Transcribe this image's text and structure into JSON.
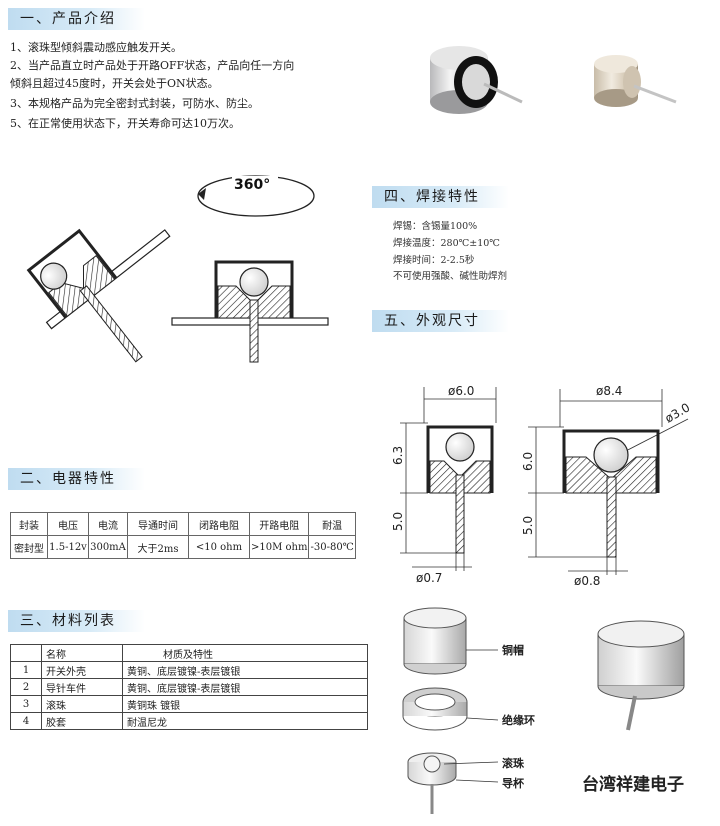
{
  "sections": {
    "intro": "一、产品介绍",
    "electrical": "二、电器特性",
    "materials": "三、材料列表",
    "welding": "四、焊接特性",
    "dimensions": "五、外观尺寸"
  },
  "intro_lines": [
    "1、滚珠型倾斜震动感应触发开关。",
    "2、当产品直立时产品处于开路OFF状态，产品向任一方向",
    "    倾斜且超过45度时，开关会处于ON状态。",
    "3、本规格产品为完全密封式封装，可防水、防尘。",
    "5、在正常使用状态下，开关寿命可达10万次。"
  ],
  "rotation_label": "360°",
  "welding_lines": [
    "焊锡：含锡量100%",
    "焊接温度：280℃±10℃",
    "焊接时间：2-2.5秒",
    "不可使用强酸、碱性助焊剂"
  ],
  "electrical_table": {
    "headers": [
      "封装",
      "电压",
      "电流",
      "导通时间",
      "闭路电阻",
      "开路电阻",
      "耐温"
    ],
    "row": [
      "密封型",
      "1.5-12v",
      "300mA",
      "大于2ms",
      "<10 ohm",
      ">10M ohm",
      "-30-80℃"
    ]
  },
  "materials_table": {
    "headers": [
      "",
      "名称",
      "材质及特性"
    ],
    "rows": [
      [
        "1",
        "开关外壳",
        "黄铜、底层镀镍-表层镀银"
      ],
      [
        "2",
        "导针车件",
        "黄铜、底层镀镍-表层镀银"
      ],
      [
        "3",
        "滚珠",
        "黄铜珠 镀银"
      ],
      [
        "4",
        "胶套",
        "耐温尼龙"
      ]
    ]
  },
  "dimensions": {
    "small": {
      "width": "ø6.0",
      "height": "6.3",
      "pin_length": "5.0",
      "pin_dia": "ø0.7"
    },
    "large": {
      "width": "ø8.4",
      "height": "6.0",
      "pin_length": "5.0",
      "pin_dia": "ø0.8",
      "ball": "ø3.0"
    }
  },
  "parts": {
    "cap": "铜帽",
    "ring": "绝缘环",
    "ball": "滚珠",
    "cup": "导杯"
  },
  "company": "台湾祥建电子"
}
